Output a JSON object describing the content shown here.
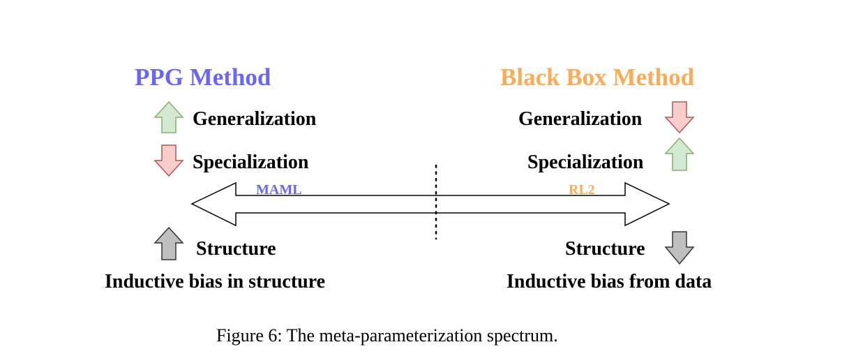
{
  "left": {
    "title": "PPG Method",
    "generalization": "Generalization",
    "specialization": "Specialization",
    "structure": "Structure",
    "inductive_bias": "Inductive bias in structure",
    "method_label": "MAML"
  },
  "right": {
    "title": "Black Box Method",
    "generalization": "Generalization",
    "specialization": "Specialization",
    "structure": "Structure",
    "inductive_bias": "Inductive bias from data",
    "method_label": "RL2"
  },
  "caption": "Figure 6: The meta-parameterization spectrum.",
  "colors": {
    "ppg": "#6666ff",
    "blackbox": "#ffaa55",
    "up_green_fill": "#d5e8d4",
    "up_green_stroke": "#82b366",
    "down_red_fill": "#f8cecc",
    "down_red_stroke": "#b85450",
    "gray_fill": "#bfbfbf",
    "gray_stroke": "#333333"
  }
}
